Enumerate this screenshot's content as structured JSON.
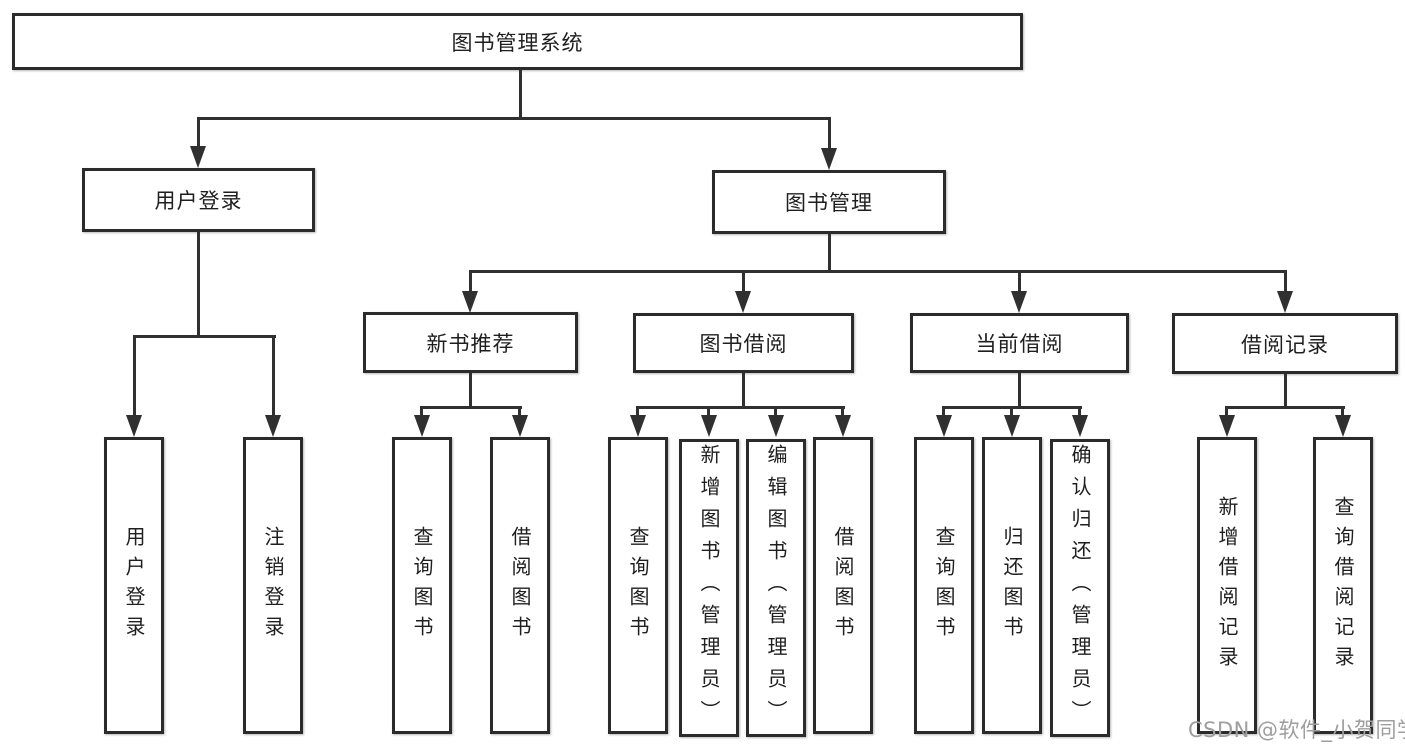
{
  "tree": {
    "label": "图书管理系统",
    "children": [
      {
        "label": "用户登录",
        "children": [
          {
            "label": "用户登录"
          },
          {
            "label": "注销登录"
          }
        ]
      },
      {
        "label": "图书管理",
        "children": [
          {
            "label": "新书推荐",
            "children": [
              {
                "label": "查询图书"
              },
              {
                "label": "借阅图书"
              }
            ]
          },
          {
            "label": "图书借阅",
            "children": [
              {
                "label": "查询图书"
              },
              {
                "label": "新增图书（管理员）"
              },
              {
                "label": "编辑图书（管理员）"
              },
              {
                "label": "借阅图书"
              }
            ]
          },
          {
            "label": "当前借阅",
            "children": [
              {
                "label": "查询图书"
              },
              {
                "label": "归还图书"
              },
              {
                "label": "确认归还（管理员）"
              }
            ]
          },
          {
            "label": "借阅记录",
            "children": [
              {
                "label": "新增借阅记录"
              },
              {
                "label": "查询借阅记录"
              }
            ]
          }
        ]
      }
    ]
  },
  "watermark": {
    "text": "CSDN @软件_小贺同学"
  },
  "style": {
    "background": "#ffffff",
    "line_color": "#303030",
    "box_border_color": "#2b2b2b",
    "text_color": "#1f1f1f",
    "watermark_color": "#9e9e9e"
  }
}
